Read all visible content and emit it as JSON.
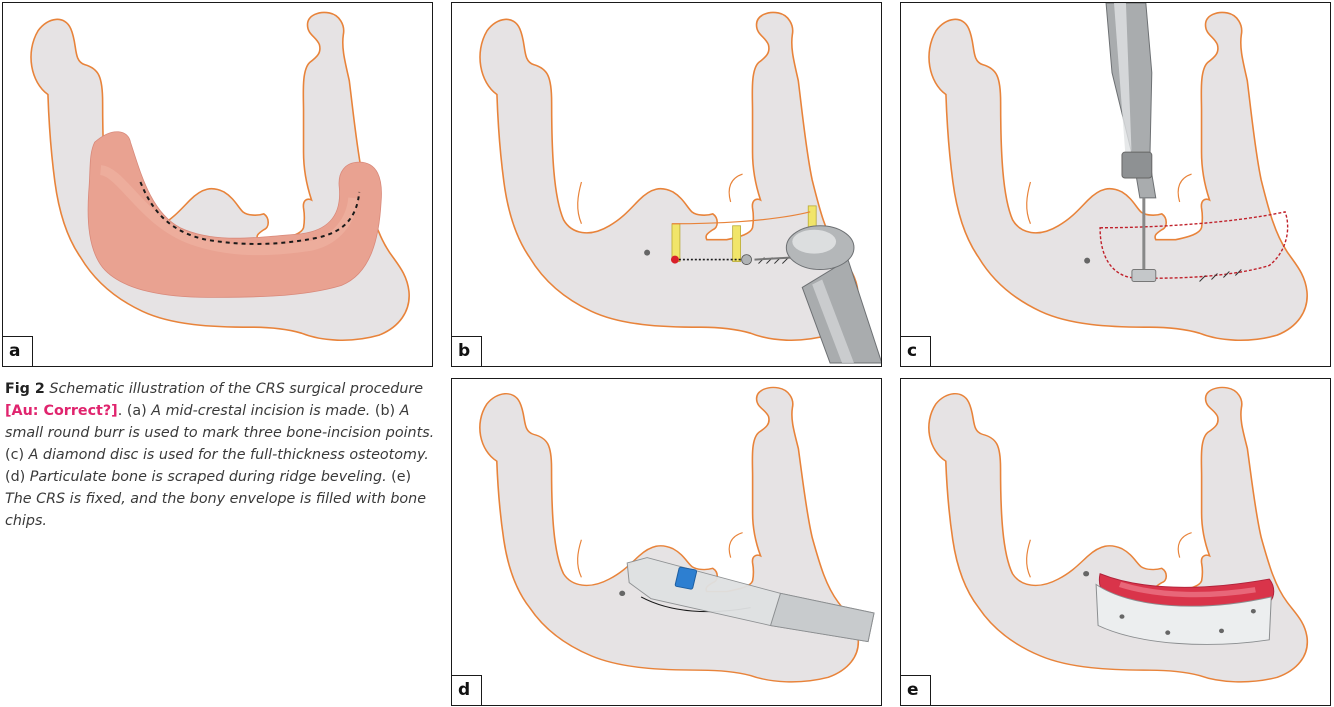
{
  "figure": {
    "caption_label": "Fig 2",
    "caption_parts": [
      {
        "style": "i",
        "text": "Schematic illustration of the CRS surgical procedure"
      },
      {
        "style": "n",
        "text": " "
      },
      {
        "style": "au",
        "text": "[Au: Correct?]"
      },
      {
        "style": "n",
        "text": ". (a) "
      },
      {
        "style": "i",
        "text": "A mid-crestal incision is made."
      },
      {
        "style": "n",
        "text": " (b) "
      },
      {
        "style": "i",
        "text": "A small round burr is used to mark three bone-incision points."
      },
      {
        "style": "n",
        "text": " (c) "
      },
      {
        "style": "i",
        "text": "A diamond disc is used for the full-thickness osteotomy."
      },
      {
        "style": "n",
        "text": " (d) "
      },
      {
        "style": "i",
        "text": "Particulate bone is scraped during ridge beveling."
      },
      {
        "style": "n",
        "text": " (e) "
      },
      {
        "style": "i",
        "text": "The CRS is fixed, and the bony envelope is filled with bone chips."
      }
    ],
    "panels": [
      {
        "label": "a"
      },
      {
        "label": "b"
      },
      {
        "label": "c"
      },
      {
        "label": "d"
      },
      {
        "label": "e"
      }
    ]
  },
  "colors": {
    "bone_fill": "#e6e3e4",
    "bone_outline": "#e8833a",
    "gingiva": "#e9a291",
    "incision_line": "#1a1a1a",
    "mark_red": "#d9202a",
    "ruler_yellow": "#f1e56a",
    "metal": "#a9acae",
    "graft_red": "#d9344a",
    "au_magenta": "#e0246e"
  }
}
